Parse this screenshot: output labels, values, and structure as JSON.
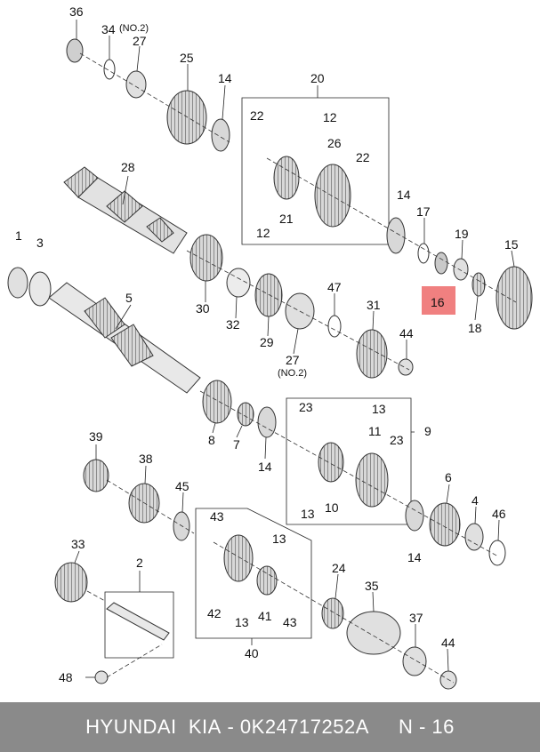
{
  "footer": {
    "brand": "HYUNDAI  KIA",
    "separator": " - ",
    "part_number": "0K24717252A",
    "ref": "N - 16"
  },
  "highlight_color": "#f08080",
  "callouts": {
    "c36": "36",
    "c34": "34",
    "c34note": "(NO.2)",
    "c27a": "27",
    "c25": "25",
    "c14a": "14",
    "c20": "20",
    "c22a": "22",
    "c12a": "12",
    "c26": "26",
    "c22b": "22",
    "c21": "21",
    "c12b": "12",
    "c28": "28",
    "c14b": "14",
    "c17": "17",
    "c19": "19",
    "c15": "15",
    "c16": "16",
    "c18": "18",
    "c1": "1",
    "c3": "3",
    "c5": "5",
    "c30": "30",
    "c32": "32",
    "c29": "29",
    "c27b": "27",
    "c27note": "(NO.2)",
    "c47": "47",
    "c31": "31",
    "c44a": "44",
    "c8": "8",
    "c7": "7",
    "c14c": "14",
    "c23a": "23",
    "c13a": "13",
    "c9": "9",
    "c11": "11",
    "c23b": "23",
    "c10": "10",
    "c13b": "13",
    "c39": "39",
    "c38": "38",
    "c45": "45",
    "c6": "6",
    "c4": "4",
    "c46": "46",
    "c14d": "14",
    "c33": "33",
    "c2": "2",
    "c43a": "43",
    "c13c": "13",
    "c42": "42",
    "c41": "41",
    "c13d": "13",
    "c43b": "43",
    "c40": "40",
    "c24": "24",
    "c35": "35",
    "c37": "37",
    "c44b": "44",
    "c48": "48"
  }
}
